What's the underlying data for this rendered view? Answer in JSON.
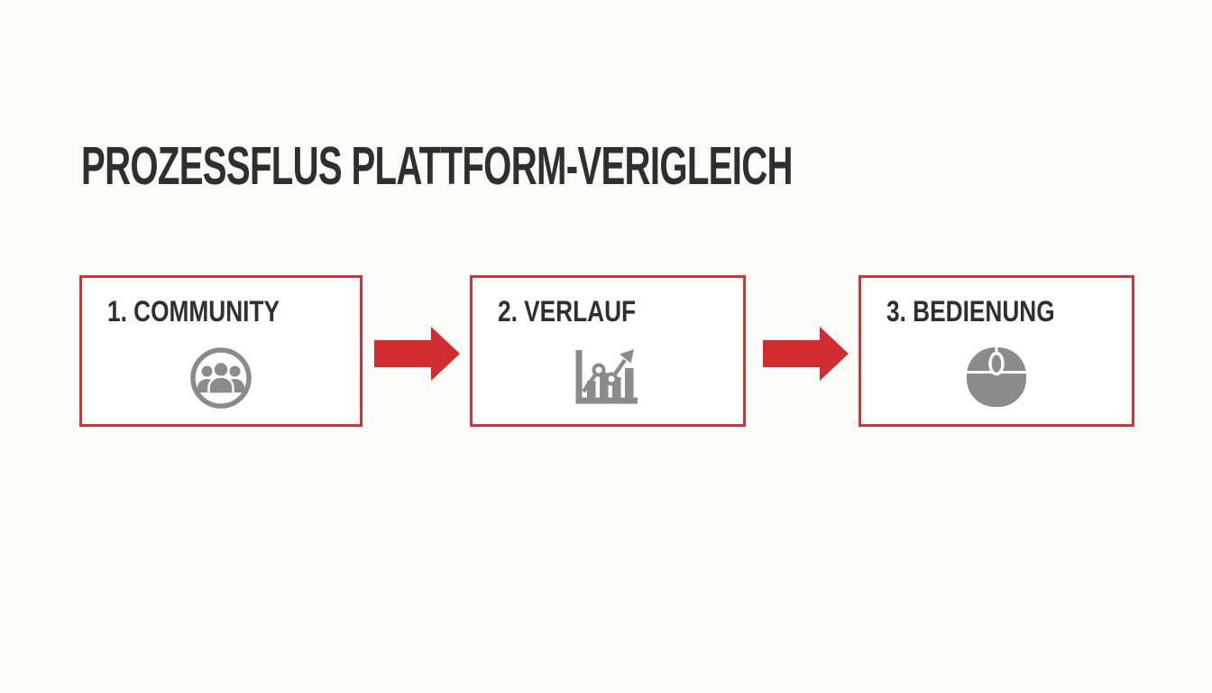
{
  "theme": {
    "page-bg": "#fbfbf9",
    "box-bg": "#fefefe",
    "border-red": "#c5383c",
    "arrow-red": "#d12c2f",
    "icon-gray": "#8b8b8b",
    "text-dark": "#2f2f2f"
  },
  "title": "PROZESSFLUS PLATTFORM-VERIGLEICH",
  "flow": {
    "connector": "arrow-right",
    "steps": [
      {
        "label": "1. COMMUNITY",
        "icon": "community-group-icon"
      },
      {
        "label": "2. VERLAUF",
        "icon": "trend-chart-icon"
      },
      {
        "label": "3. BEDIENUNG",
        "icon": "mouse-icon"
      }
    ]
  }
}
